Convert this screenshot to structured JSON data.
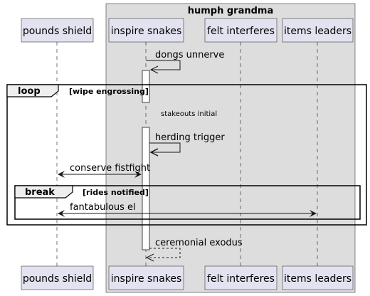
{
  "diagram": {
    "box": {
      "title": "humph grandma",
      "fill": "#dddddd"
    },
    "participants": [
      {
        "label": "pounds shield"
      },
      {
        "label": "inspire snakes"
      },
      {
        "label": "felt interferes"
      },
      {
        "label": "items leaders"
      }
    ],
    "messages": {
      "m1": "dongs unnerve",
      "delay": "stakeouts initial",
      "m2": "herding trigger",
      "m3": "conserve fistfight",
      "m4": "fantabulous el",
      "m5": "ceremonial exodus"
    },
    "fragments": {
      "loop": {
        "keyword": "loop",
        "guard": "[wipe engrossing]"
      },
      "break": {
        "keyword": "break",
        "guard": "[rides notified]"
      }
    },
    "colors": {
      "participant_fill": "#e2e2f0",
      "participant_stroke": "#181818",
      "lifeline": "#181818"
    }
  }
}
